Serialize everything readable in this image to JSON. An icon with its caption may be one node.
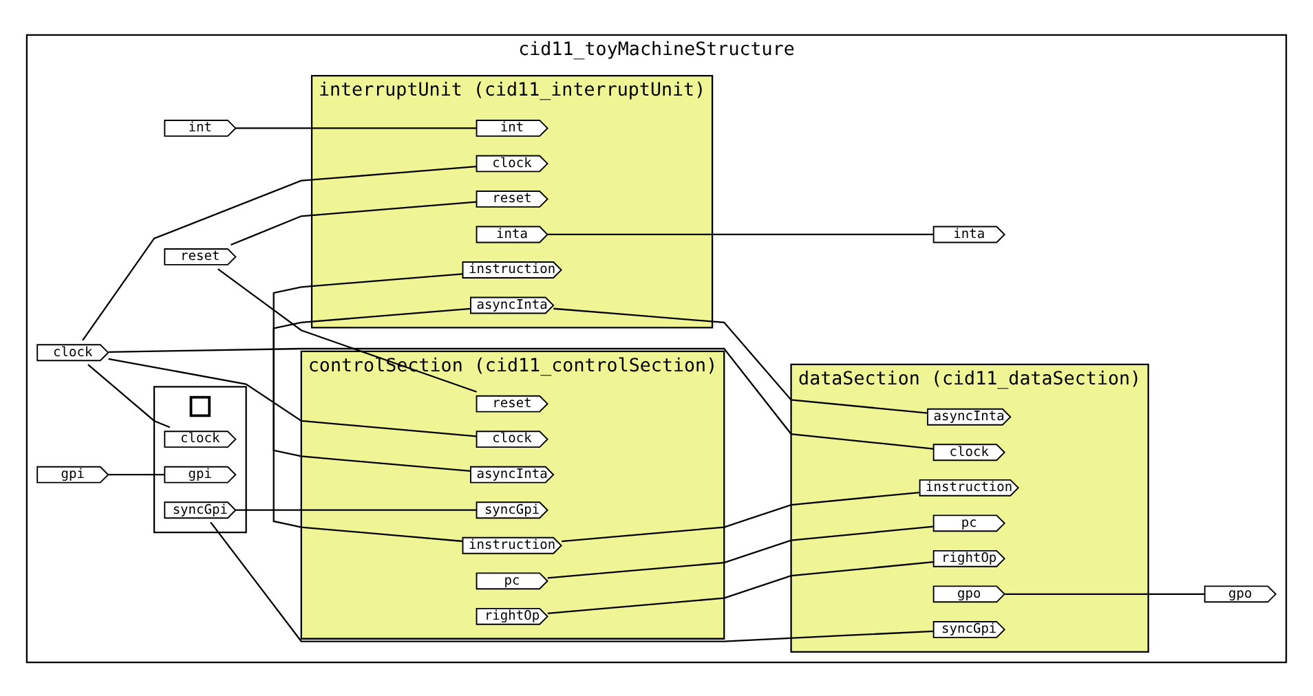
{
  "diagram": {
    "nodes": [
      {
        "text": [
          "cid11_toyMachineStructure"
        ]
      },
      {
        "text": [
          "interruptUnit (cid11_interruptUnit)"
        ],
        "in": 0
      },
      {
        "text": [
          "int"
        ],
        "in": 1
      },
      {
        "text": [
          "clock"
        ],
        "in": 1
      },
      {
        "text": [
          "reset"
        ],
        "in": 1
      },
      {
        "text": [
          "instruction"
        ],
        "in": 1
      },
      {
        "text": [
          "inta"
        ],
        "in": 1
      },
      {
        "text": [
          "asyncInta"
        ],
        "in": 1
      },
      {
        "text": [
          "controlSection (cid11_controlSection)"
        ],
        "in": 0
      },
      {
        "text": [
          "asyncInta"
        ],
        "in": 8
      },
      {
        "text": [
          "reset"
        ],
        "in": 8
      },
      {
        "text": [
          "clock"
        ],
        "in": 8
      },
      {
        "text": [
          "syncGpi"
        ],
        "in": 8
      },
      {
        "text": [
          "rightOp"
        ],
        "in": 8
      },
      {
        "text": [
          "instruction"
        ],
        "in": 8
      },
      {
        "text": [
          "pc"
        ],
        "in": 8
      },
      {
        "text": [],
        "shape": "box",
        "in": 0
      },
      {
        "text": [
          "clock"
        ],
        "in": 16
      },
      {
        "text": [
          "gpi"
        ],
        "in": 16
      },
      {
        "text": [
          "syncGpi"
        ],
        "in": 16
      },
      {
        "text": [
          "dataSection (cid11_dataSection)"
        ],
        "in": 0
      },
      {
        "text": [
          "asyncInta"
        ],
        "in": 20
      },
      {
        "text": [
          "instruction"
        ],
        "in": 20
      },
      {
        "text": [
          "pc"
        ],
        "in": 20
      },
      {
        "text": [
          "syncGpi"
        ],
        "in": 20
      },
      {
        "text": [
          "clock"
        ],
        "in": 20
      },
      {
        "text": [
          "gpo"
        ],
        "in": 20
      },
      {
        "text": [
          "rightOp"
        ],
        "in": 20
      },
      {
        "text": [
          "int"
        ],
        "in": 0
      },
      {
        "text": [
          "reset"
        ],
        "in": 0
      },
      {
        "text": [
          "gpi"
        ],
        "in": 0
      },
      {
        "text": [
          "clock"
        ],
        "in": 0
      },
      {
        "text": [
          "inta"
        ],
        "in": 0
      },
      {
        "text": [
          "gpo"
        ],
        "in": 0
      }
    ],
    "edges": [
      {
        "from": 28,
        "to": 2,
        "arrow": "none"
      },
      {
        "from": 29,
        "to": 4,
        "arrow": "none"
      },
      {
        "from": 29,
        "to": 10,
        "arrow": "none"
      },
      {
        "from": 31,
        "to": 3,
        "arrow": "none"
      },
      {
        "from": 31,
        "to": 11,
        "arrow": "none"
      },
      {
        "from": 31,
        "to": 17,
        "arrow": "none"
      },
      {
        "from": 31,
        "to": 25,
        "arrow": "none"
      },
      {
        "from": 30,
        "to": 18,
        "arrow": "none"
      },
      {
        "from": 19,
        "to": 12,
        "arrow": "none"
      },
      {
        "from": 19,
        "to": 24,
        "arrow": "none"
      },
      {
        "from": 14,
        "to": 5,
        "arrow": "none"
      },
      {
        "from": 14,
        "to": 22,
        "arrow": "none"
      },
      {
        "from": 15,
        "to": 23,
        "arrow": "none"
      },
      {
        "from": 7,
        "to": 21,
        "arrow": "none"
      },
      {
        "from": 7,
        "to": 9,
        "arrow": "none"
      },
      {
        "from": 6,
        "to": 32,
        "arrow": "none"
      },
      {
        "from": 26,
        "to": 33,
        "arrow": "none"
      },
      {
        "from": 27,
        "to": 13,
        "arrow": "none"
      }
    ]
  }
}
